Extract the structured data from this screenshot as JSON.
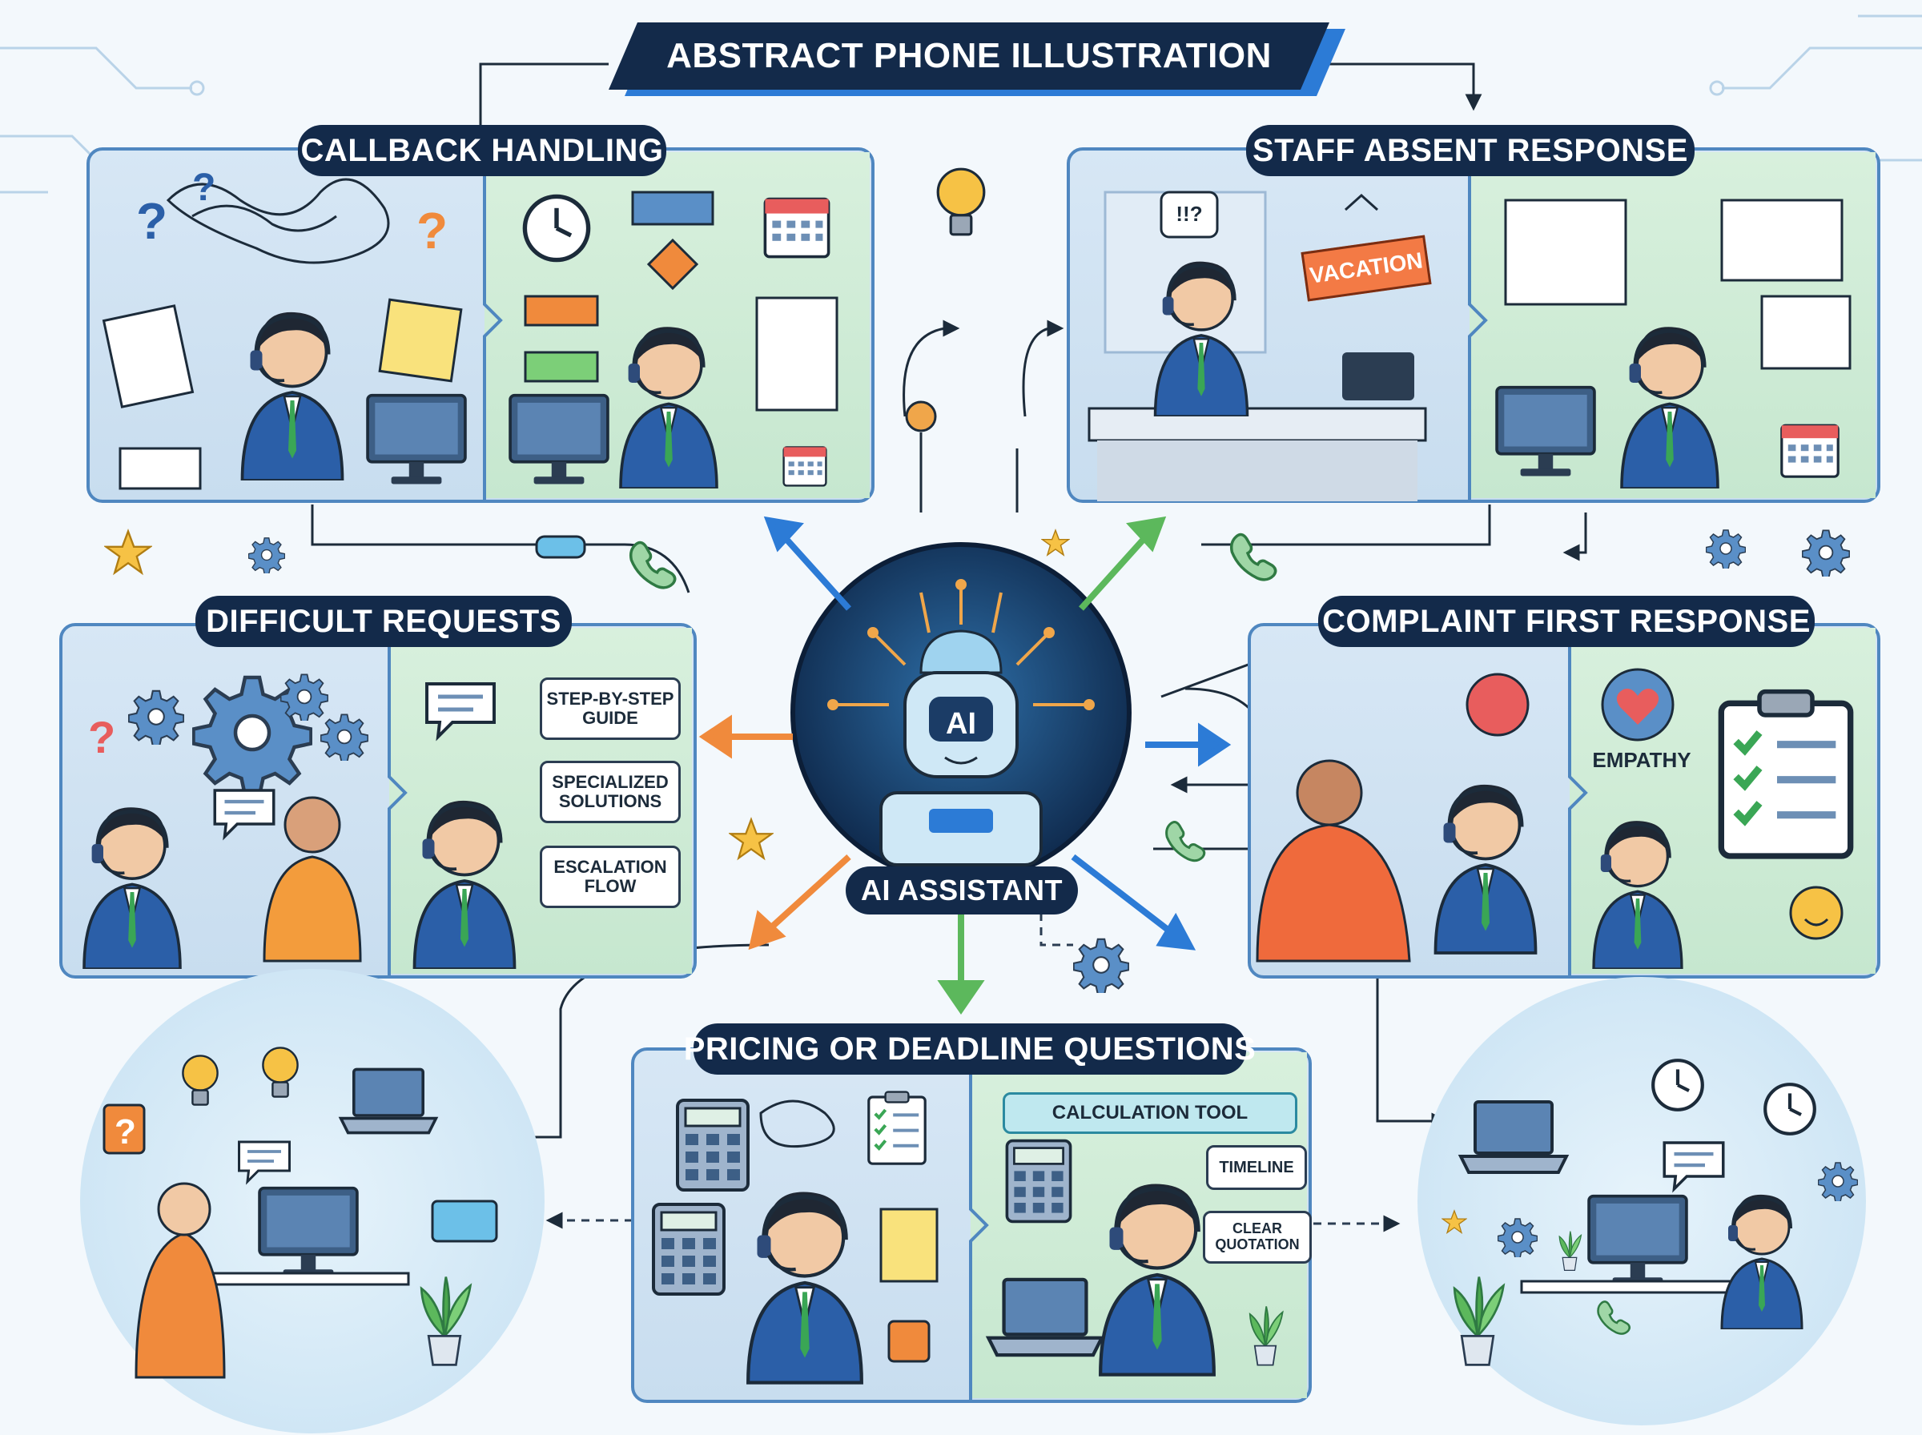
{
  "title": "ABSTRACT PHONE ILLUSTRATION",
  "center": {
    "label": "AI ASSISTANT",
    "chip": "AI"
  },
  "panels": {
    "callback": "CALLBACK HANDLING",
    "staff_absent": "STAFF ABSENT RESPONSE",
    "difficult": "DIFFICULT REQUESTS",
    "complaint": "COMPLAINT FIRST RESPONSE",
    "pricing": "PRICING OR DEADLINE QUESTIONS"
  },
  "difficult_steps": [
    "STEP-BY-STEP GUIDE",
    "SPECIALIZED SOLUTIONS",
    "ESCALATION FLOW"
  ],
  "staff_absent_sign": "VACATION",
  "staff_absent_bubble": "!!?",
  "complaint_label": "EMPATHY",
  "pricing_tool": "CALCULATION TOOL",
  "pricing_steps": [
    "TIMELINE",
    "CLEAR QUOTATION"
  ],
  "colors": {
    "navy": "#132a4a",
    "blue": "#2c7bd6",
    "green": "#5cb85c",
    "orange": "#f08a3c"
  },
  "icons": [
    "question-icon",
    "clock-icon",
    "calendar-icon",
    "lightbulb-icon",
    "gear-icon",
    "phone-icon",
    "star-icon",
    "heart-icon",
    "angry-face-icon",
    "smiley-icon",
    "checklist-icon",
    "calculator-icon",
    "laptop-icon",
    "monitor-icon",
    "plant-icon",
    "chat-bubble-icon"
  ]
}
